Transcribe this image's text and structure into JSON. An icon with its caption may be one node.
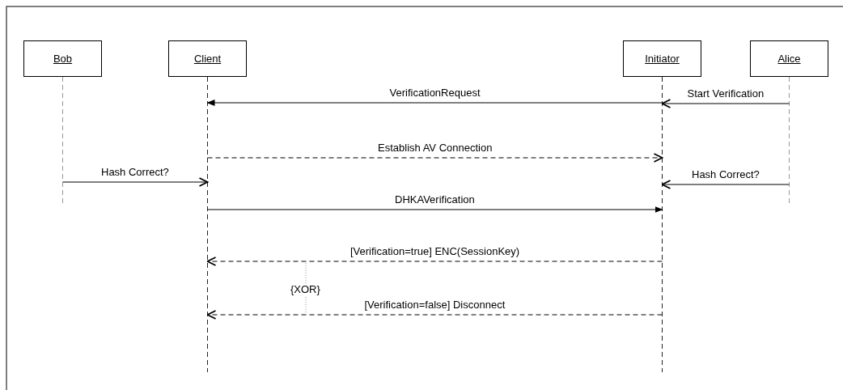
{
  "diagram": {
    "nodes": [
      {
        "text": [
          "Bob"
        ]
      },
      {
        "text": [
          "Client"
        ]
      },
      {
        "text": [
          "Initiator"
        ]
      },
      {
        "text": [
          "Alice"
        ]
      }
    ],
    "edges": [
      {
        "from": 3,
        "to": 2,
        "arrow": "to",
        "label": "Start Verification"
      },
      {
        "from": 2,
        "to": 1,
        "arrow": "to",
        "label": "VerificationRequest"
      },
      {
        "from": 1,
        "to": 2,
        "arrow": "to",
        "label": "Establish AV Connection",
        "style": "dashed"
      },
      {
        "from": 0,
        "to": 1,
        "arrow": "to",
        "label": "Hash Correct?"
      },
      {
        "from": 3,
        "to": 2,
        "arrow": "to",
        "label": "Hash Correct?"
      },
      {
        "from": 1,
        "to": 2,
        "arrow": "to",
        "label": "DHKAVerification"
      },
      {
        "from": 2,
        "to": 1,
        "arrow": "to",
        "label": "[Verification=true] ENC(SessionKey)",
        "style": "dashed"
      },
      {
        "from": 2,
        "to": 1,
        "arrow": "to",
        "label": "[Verification=false] Disconnect",
        "style": "dashed"
      }
    ],
    "labels": [
      "{XOR}"
    ]
  }
}
